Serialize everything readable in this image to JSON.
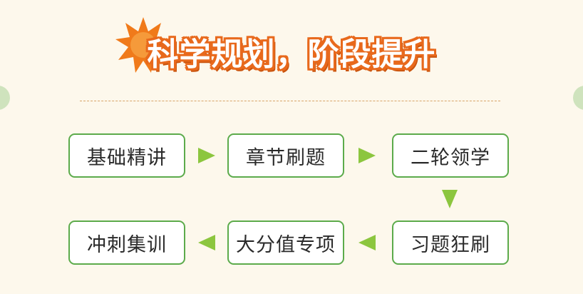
{
  "title": "科学规划，阶段提升",
  "colors": {
    "title_stroke": "#e8691c",
    "burst": "#f07a1a",
    "box_border": "#5cab4b",
    "arrow": "#8cc63f",
    "background": "#fdf8ec"
  },
  "steps": [
    "基础精讲",
    "章节刷题",
    "二轮领学",
    "习题狂刷",
    "大分值专项",
    "冲刺集训"
  ],
  "flow": [
    "right",
    "right",
    "down",
    "left",
    "left"
  ]
}
